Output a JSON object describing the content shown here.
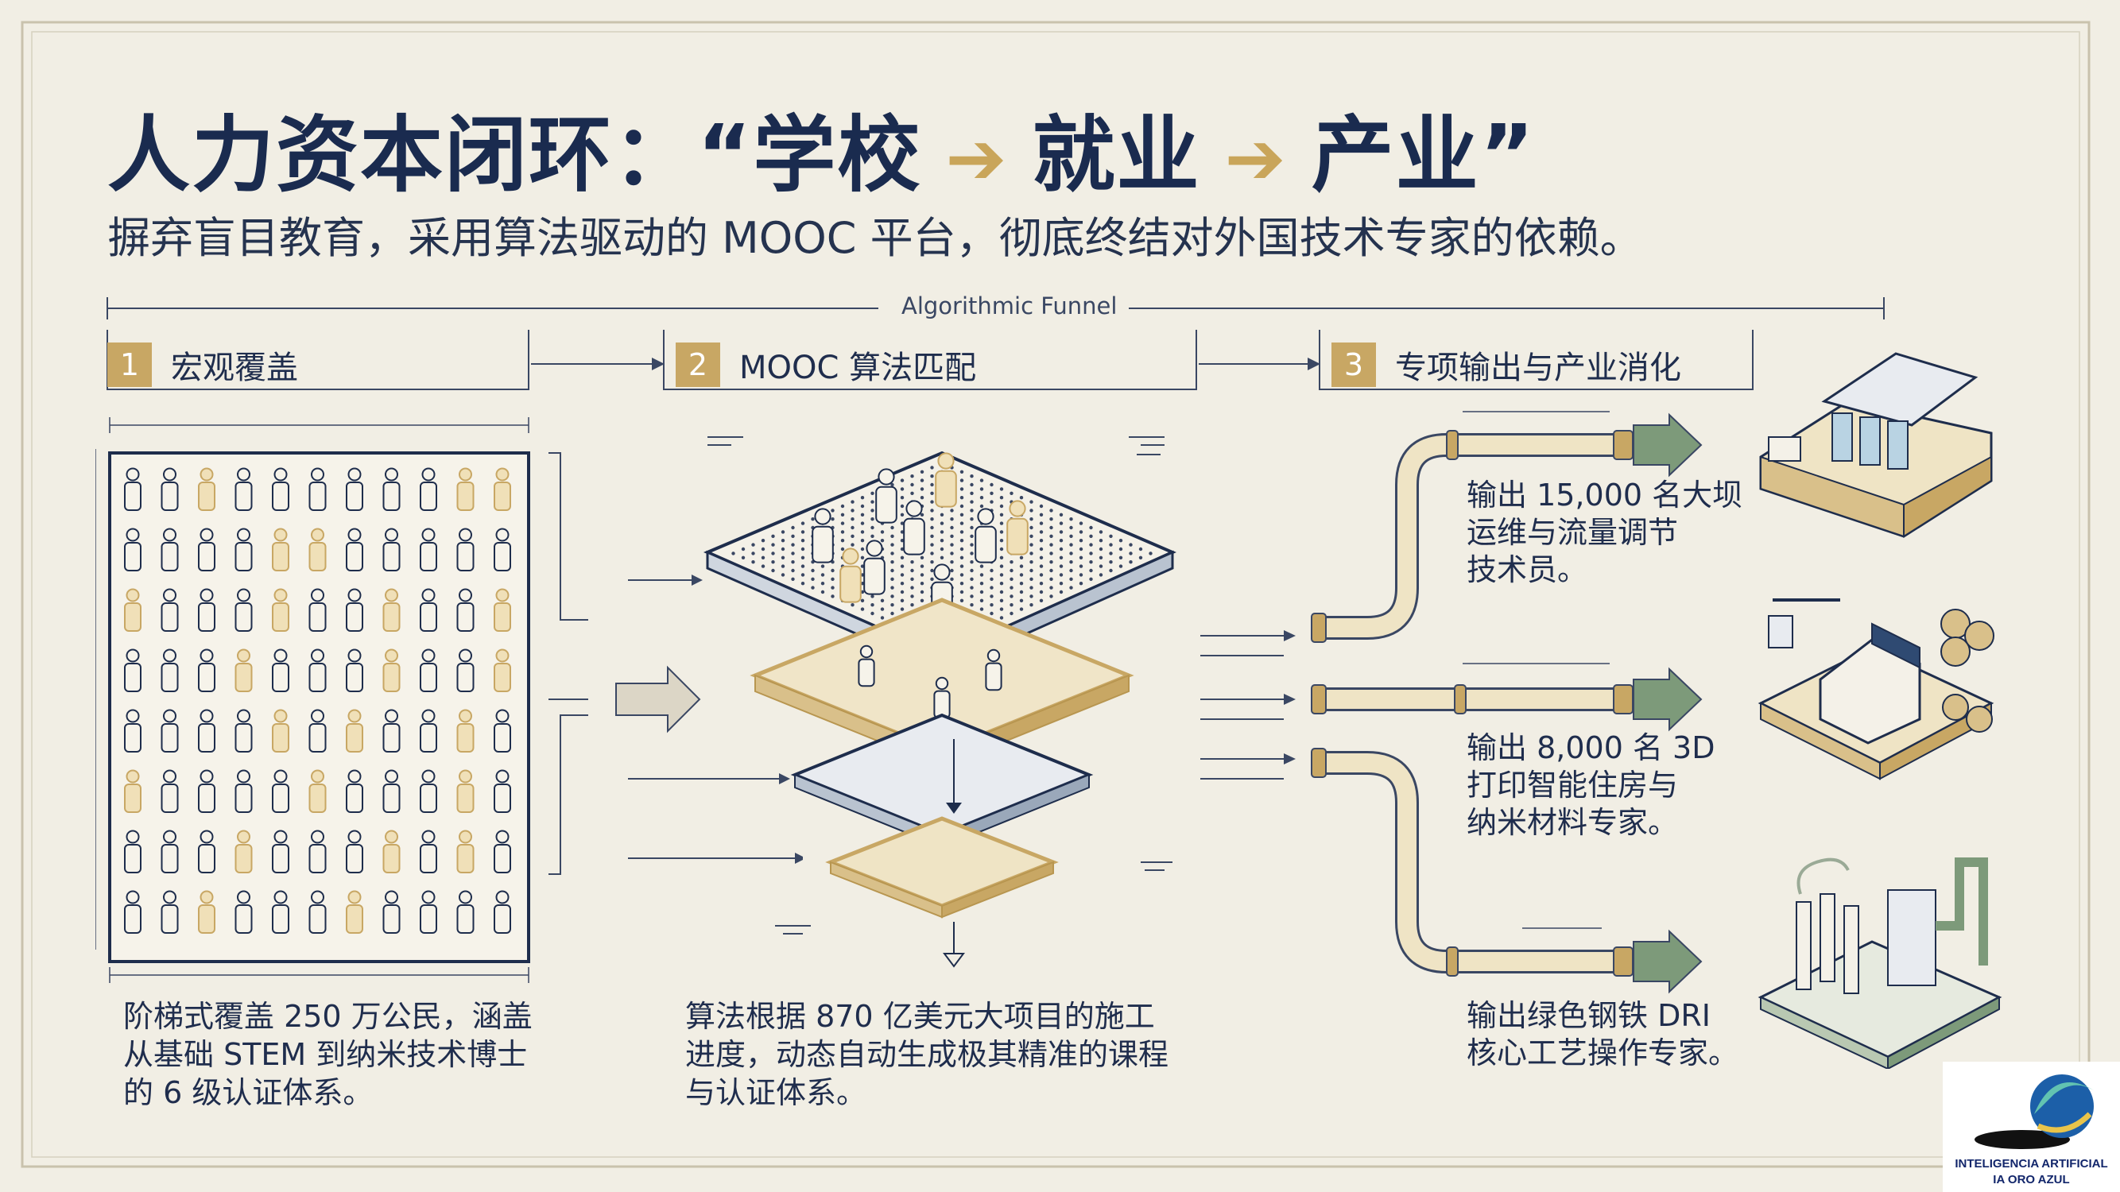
{
  "title": {
    "part1": "人力资本闭环：“学校",
    "part2": "就业",
    "part3": "产业”",
    "arrow": "➔"
  },
  "subtitle": "摒弃盲目教育，采用算法驱动的 MOOC 平台，彻底终结对外国技术专家的依赖。",
  "funnel_label": "Algorithmic Funnel",
  "steps": [
    {
      "number": "1",
      "label": "宏观覆盖"
    },
    {
      "number": "2",
      "label": "MOOC 算法匹配"
    },
    {
      "number": "3",
      "label": "专项输出与产业消化"
    }
  ],
  "captions": {
    "step1": [
      "阶梯式覆盖 250 万公民，涵盖",
      "从基础 STEM 到纳米技术博士",
      "的 6 级认证体系。"
    ],
    "step2": [
      "算法根据 870 亿美元大项目的施工",
      "进度，动态自动生成极其精准的课程",
      "与认证体系。"
    ]
  },
  "outputs": [
    {
      "lines": [
        "输出 15,000 名大坝",
        "运维与流量调节",
        "技术员。"
      ],
      "icon": "dam-icon"
    },
    {
      "lines": [
        "输出 8,000 名 3D",
        "打印智能住房与",
        "纳米材料专家。"
      ],
      "icon": "3d-printed-house-icon"
    },
    {
      "lines": [
        "输出绿色钢铁 DRI",
        "核心工艺操作专家。"
      ],
      "icon": "green-steel-factory-icon"
    }
  ],
  "logo": {
    "line1": "INTELIGENCIA ARTIFICIAL",
    "line2": "IA ORO AZUL"
  },
  "colors": {
    "navy": "#1a2b4f",
    "gold": "#c8a764",
    "sage": "#7d9a7a",
    "background": "#f1eee4"
  }
}
